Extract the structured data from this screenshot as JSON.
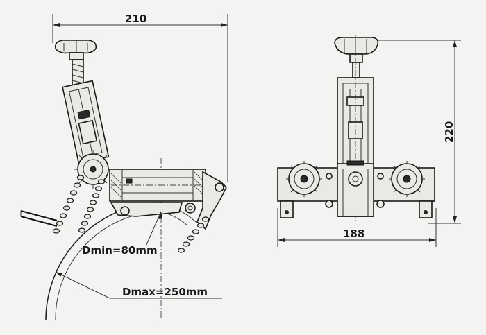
{
  "drawing": {
    "dimensions": {
      "side_width": "210",
      "front_height": "220",
      "front_width": "188"
    },
    "labels": {
      "dmin": "Dmin=80mm",
      "dmax": "Dmax=250mm"
    }
  }
}
